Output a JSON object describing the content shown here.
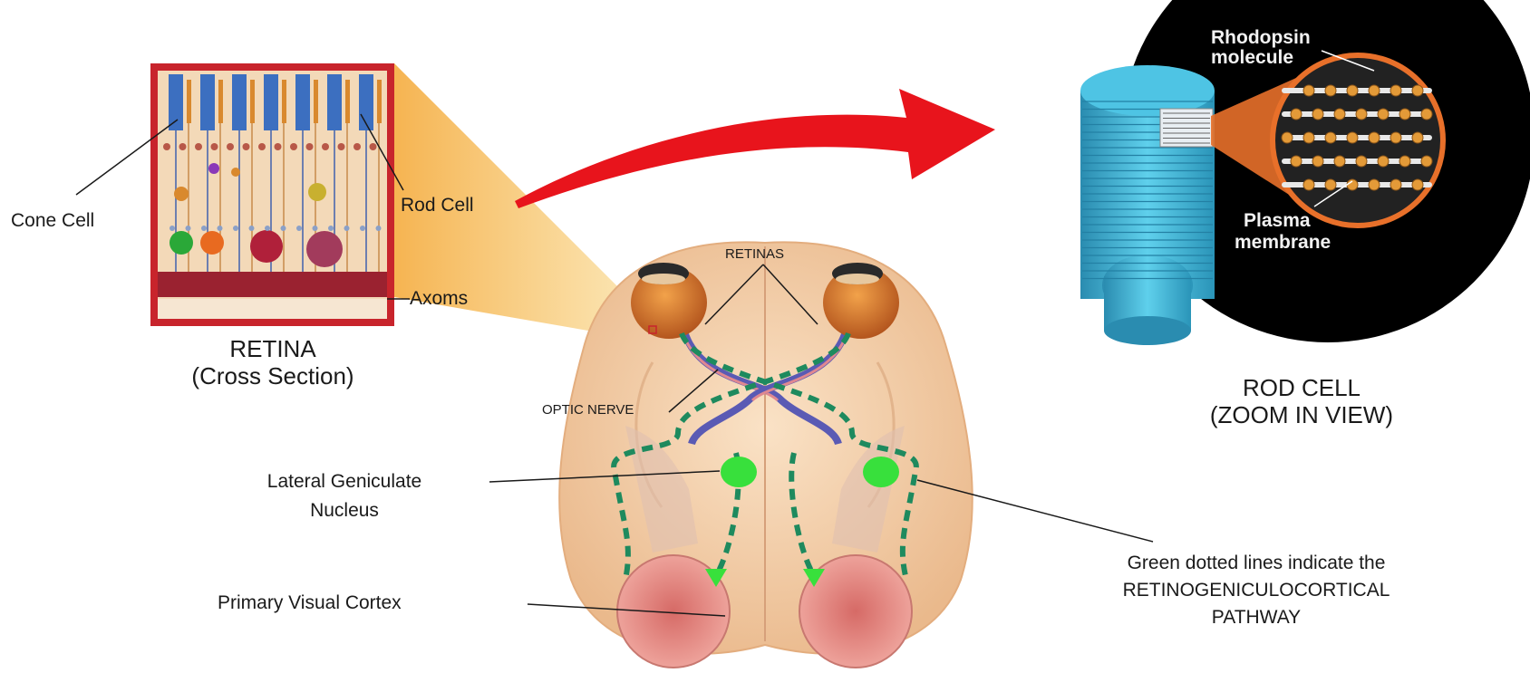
{
  "labels": {
    "cone_cell": "Cone Cell",
    "rod_cell": "Rod Cell",
    "axoms": "Axoms",
    "retina_title": "RETINA",
    "retina_subtitle": "(Cross Section)",
    "retinas": "RETINAS",
    "optic_nerve": "OPTIC NERVE",
    "lgn_line1": "Lateral Geniculate",
    "lgn_line2": "Nucleus",
    "primary_visual_cortex": "Primary Visual Cortex",
    "rhodopsin_line1": "Rhodopsin",
    "rhodopsin_line2": "molecule",
    "plasma_line1": "Plasma",
    "plasma_line2": "membrane",
    "rod_cell_title": "ROD CELL",
    "rod_cell_subtitle": "(ZOOM IN VIEW)",
    "pathway_line1": "Green dotted lines indicate the",
    "pathway_line2": "RETINOGENICULOCORTICAL",
    "pathway_line3": "PATHWAY"
  },
  "colors": {
    "retina_frame": "#c8242c",
    "retina_bg": "#f3d9b8",
    "rod_blue": "#3c6fc0",
    "cone_orange": "#d9892e",
    "arrow_red": "#e8141c",
    "brain_skin": "#f2d0ac",
    "eye_orange": "#d8752a",
    "pathway_green": "#1e8a5e",
    "lgn_green": "#38e03c",
    "cortex_red": "#e48c88",
    "rod_cyan": "#3fb8d8",
    "zoom_black": "#000000",
    "zoom_orange_ring": "#e8702a"
  }
}
